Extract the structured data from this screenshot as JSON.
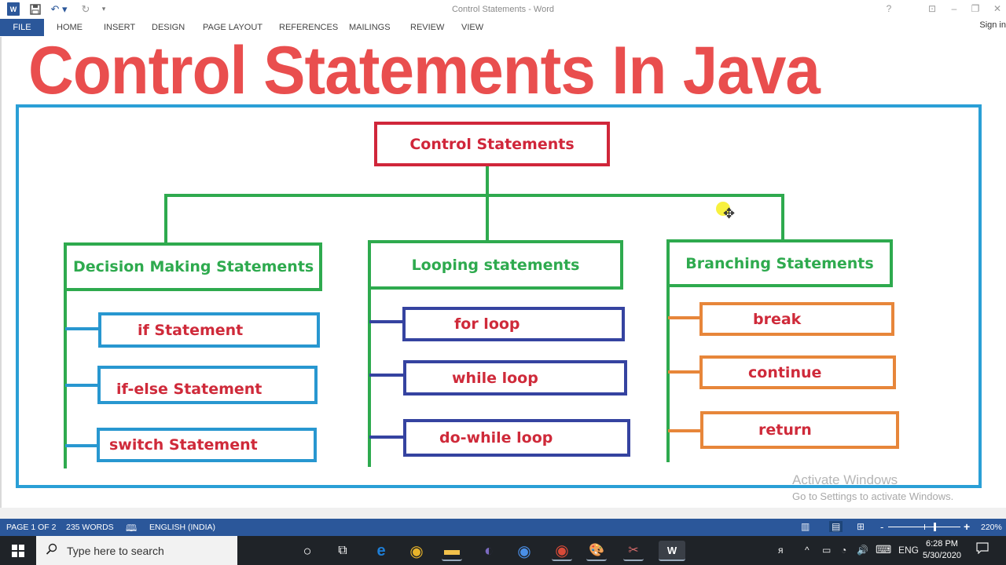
{
  "window": {
    "title": "Control Statements - Word",
    "controls": {
      "help": "?",
      "ribbon_display": "⊡",
      "minimize": "–",
      "restore": "❐",
      "close": "✕"
    }
  },
  "quick_access": {
    "app_icon": "W",
    "save_icon": "💾",
    "undo_icon": "↶ ▾",
    "redo_icon": "↻",
    "customize_icon": "₹"
  },
  "ribbon": {
    "tabs": [
      "FILE",
      "HOME",
      "INSERT",
      "DESIGN",
      "PAGE LAYOUT",
      "REFERENCES",
      "MAILINGS",
      "REVIEW",
      "VIEW"
    ],
    "sign_in": "Sign in"
  },
  "document": {
    "heading": "Control Statements In Java",
    "diagram": {
      "root": "Control Statements",
      "categories": [
        {
          "label": "Decision Making Statements",
          "items": [
            "if Statement",
            "if-else Statement",
            "switch Statement"
          ]
        },
        {
          "label": "Looping statements",
          "items": [
            "for loop",
            "while loop",
            "do-while loop"
          ]
        },
        {
          "label": "Branching Statements",
          "items": [
            "break",
            "continue",
            "return"
          ]
        }
      ]
    },
    "cursor_icon": "✥",
    "watermark": {
      "line1": "Activate Windows",
      "line2": "Go to Settings to activate Windows."
    }
  },
  "statusbar": {
    "page": "PAGE 1 OF 2",
    "words": "235 WORDS",
    "proofing_icon": "🕮",
    "language": "ENGLISH (INDIA)",
    "read_mode_icon": "▥",
    "print_layout_icon": "▤",
    "web_layout_icon": "⊞",
    "zoom_minus": "-",
    "zoom_plus": "+",
    "zoom": "220%"
  },
  "taskbar": {
    "start_icon": "⊞",
    "search_icon": "⚲",
    "search_placeholder": "Type here to search",
    "cortana_icon": "○",
    "taskview_icon": "⧉",
    "apps": [
      {
        "name": "edge",
        "glyph": "e",
        "color": "#1e7ed6"
      },
      {
        "name": "chrome",
        "glyph": "◉",
        "color": "#e8b32a"
      },
      {
        "name": "file-explorer",
        "glyph": "▬",
        "color": "#f2c14b"
      },
      {
        "name": "eclipse",
        "glyph": "◐",
        "color": "#5b4a9b"
      },
      {
        "name": "chrome-profile",
        "glyph": "◉",
        "color": "#4a8fe7"
      },
      {
        "name": "chrome-gmail",
        "glyph": "◉",
        "color": "#d84a38"
      },
      {
        "name": "paint",
        "glyph": "🎨",
        "color": "#c9a24a"
      },
      {
        "name": "snipping-tool",
        "glyph": "✂",
        "color": "#d66b6b"
      },
      {
        "name": "word",
        "glyph": "W",
        "color": "#2b579a"
      }
    ],
    "tray": {
      "people_icon": "ᴙ",
      "chevron_icon": "^",
      "network_icon": "▭",
      "wifi_icon": "◔",
      "volume_icon": "🔊",
      "keyboard_icon": "⌨",
      "language": "ENG",
      "time": "6:28 PM",
      "date": "5/30/2020",
      "notification_icon": "🗨"
    }
  }
}
